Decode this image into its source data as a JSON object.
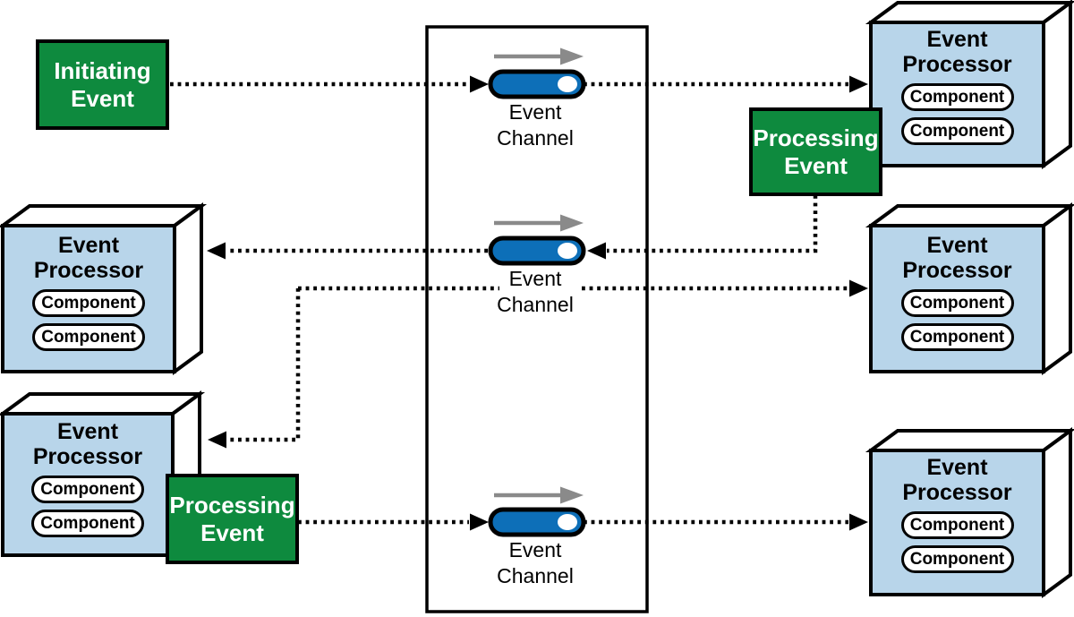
{
  "events": {
    "initiating": {
      "label": "Initiating Event"
    },
    "processing_top": {
      "label": "Processing Event"
    },
    "processing_bottom": {
      "label": "Processing Event"
    }
  },
  "channels": [
    {
      "label": "Event Channel"
    },
    {
      "label": "Event Channel"
    },
    {
      "label": "Event Channel"
    }
  ],
  "processors": [
    {
      "title": "Event Processor",
      "components": [
        "Component",
        "Component"
      ]
    },
    {
      "title": "Event Processor",
      "components": [
        "Component",
        "Component"
      ]
    },
    {
      "title": "Event Processor",
      "components": [
        "Component",
        "Component"
      ]
    },
    {
      "title": "Event Processor",
      "components": [
        "Component",
        "Component"
      ]
    },
    {
      "title": "Event Processor",
      "components": [
        "Component",
        "Component"
      ]
    }
  ],
  "colors": {
    "event_green": "#0e8a3e",
    "channel_blue": "#0d6fb8",
    "processor_blue": "#b8d5ea",
    "outline_black": "#000000",
    "flow_arrow_gray": "#8a8a8a"
  }
}
